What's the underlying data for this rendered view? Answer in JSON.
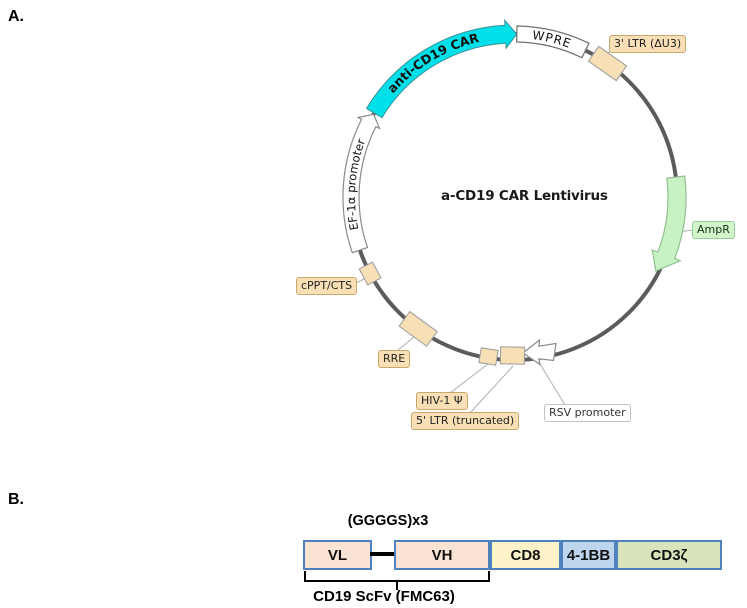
{
  "figure": {
    "panel_a_label": "A.",
    "panel_b_label": "B."
  },
  "plasmid": {
    "title": "a-CD19 CAR Lentivirus",
    "features": {
      "anti_cd19_car": "anti-CD19 CAR",
      "ef1a_promoter": "EF-1α promoter",
      "wpre": "WPRE",
      "ltr3": "3' LTR (ΔU3)",
      "ampr": "AmpR",
      "rsv_promoter": "RSV promoter",
      "ltr5": "5' LTR (truncated)",
      "hiv1_psi": "HIV-1 Ψ",
      "rre": "RRE",
      "cppt_cts": "cPPT/CTS"
    },
    "colors": {
      "backbone": "#5b5b5b",
      "car_fill": "#00e0e9",
      "feature_box_fill": "#f7dfb6",
      "ampr_fill": "#c9f2c4",
      "white_feature_fill": "#ffffff",
      "label_tan_bg": "#f8dfb6",
      "label_green_bg": "#d2f4cb"
    }
  },
  "construct": {
    "linker_label": "(GGGGS)x3",
    "scfv_label": "CD19 ScFv (FMC63)",
    "border_color": "#4f81bd",
    "domains": [
      {
        "name": "VL",
        "fill": "#fae3d3"
      },
      {
        "name": "VH",
        "fill": "#fae3d3"
      },
      {
        "name": "CD8",
        "fill": "#fdf2c8"
      },
      {
        "name": "4-1BB",
        "fill": "#bdd6ee"
      },
      {
        "name": "CD3ζ",
        "fill": "#d7e4bc"
      }
    ]
  }
}
